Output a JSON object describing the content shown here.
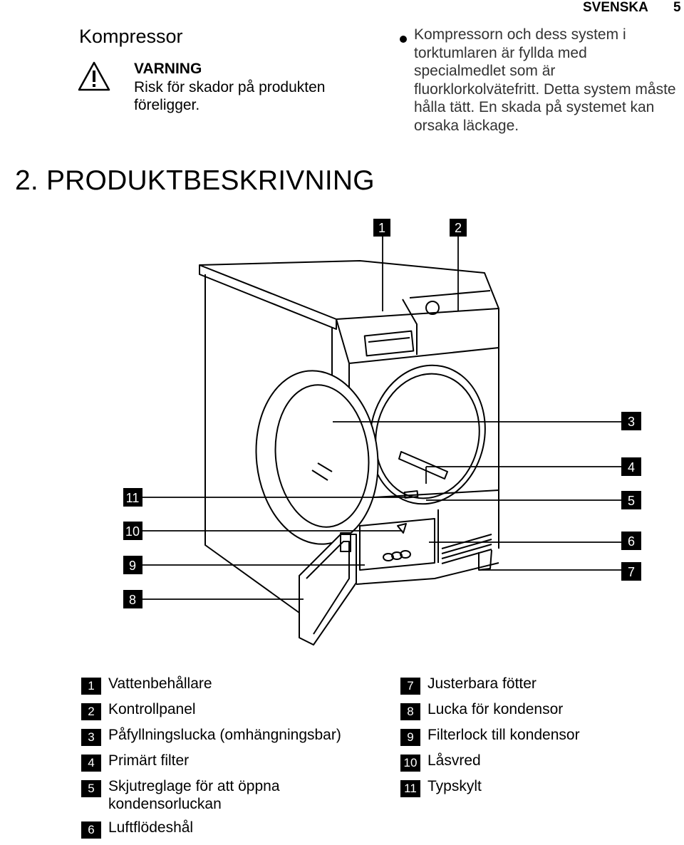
{
  "header": {
    "language": "SVENSKA",
    "page_number": "5"
  },
  "compressor": {
    "title": "Kompressor",
    "warning_title": "VARNING",
    "warning_text": "Risk för skador på produkten föreligger.",
    "bullet_text": "Kompressorn och dess system i torktumlaren är fyllda med specialmedlet som är fluorklorkolvätefritt. Detta system måste hålla tätt. En skada på systemet kan orsaka läckage."
  },
  "chapter": {
    "title": "2. PRODUKTBESKRIVNING"
  },
  "diagram": {
    "callouts": [
      "1",
      "2",
      "3",
      "4",
      "5",
      "6",
      "7",
      "8",
      "9",
      "10",
      "11"
    ]
  },
  "legend": {
    "left": [
      {
        "num": "1",
        "text": "Vattenbehållare"
      },
      {
        "num": "2",
        "text": "Kontrollpanel"
      },
      {
        "num": "3",
        "text": "Påfyllningslucka (omhängningsbar)"
      },
      {
        "num": "4",
        "text": "Primärt filter"
      },
      {
        "num": "5",
        "text": "Skjutreglage för att öppna kondensorluckan"
      },
      {
        "num": "6",
        "text": "Luftflödeshål"
      }
    ],
    "right": [
      {
        "num": "7",
        "text": "Justerbara fötter"
      },
      {
        "num": "8",
        "text": "Lucka för kondensor"
      },
      {
        "num": "9",
        "text": "Filterlock till kondensor"
      },
      {
        "num": "10",
        "text": "Låsvred"
      },
      {
        "num": "11",
        "text": "Typskylt"
      }
    ]
  },
  "colors": {
    "text": "#000000",
    "body_text": "#333333",
    "label_bg": "#000000",
    "label_text": "#ffffff"
  }
}
